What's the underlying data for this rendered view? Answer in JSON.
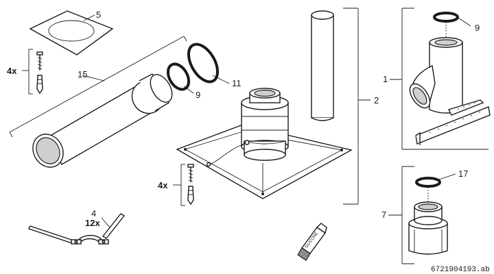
{
  "labels": {
    "part_5": "5",
    "part_15": "15",
    "part_9_ring_left": "9",
    "part_11": "11",
    "part_2": "2",
    "part_1": "1",
    "part_9_elbow": "9",
    "part_17": "17",
    "part_7": "7",
    "part_4": "4"
  },
  "quantities": {
    "screws_left": "4x",
    "screws_center": "4x",
    "brackets": "12x"
  },
  "tube_text": "SILICONE",
  "drawing_code": "6721904193.ab"
}
